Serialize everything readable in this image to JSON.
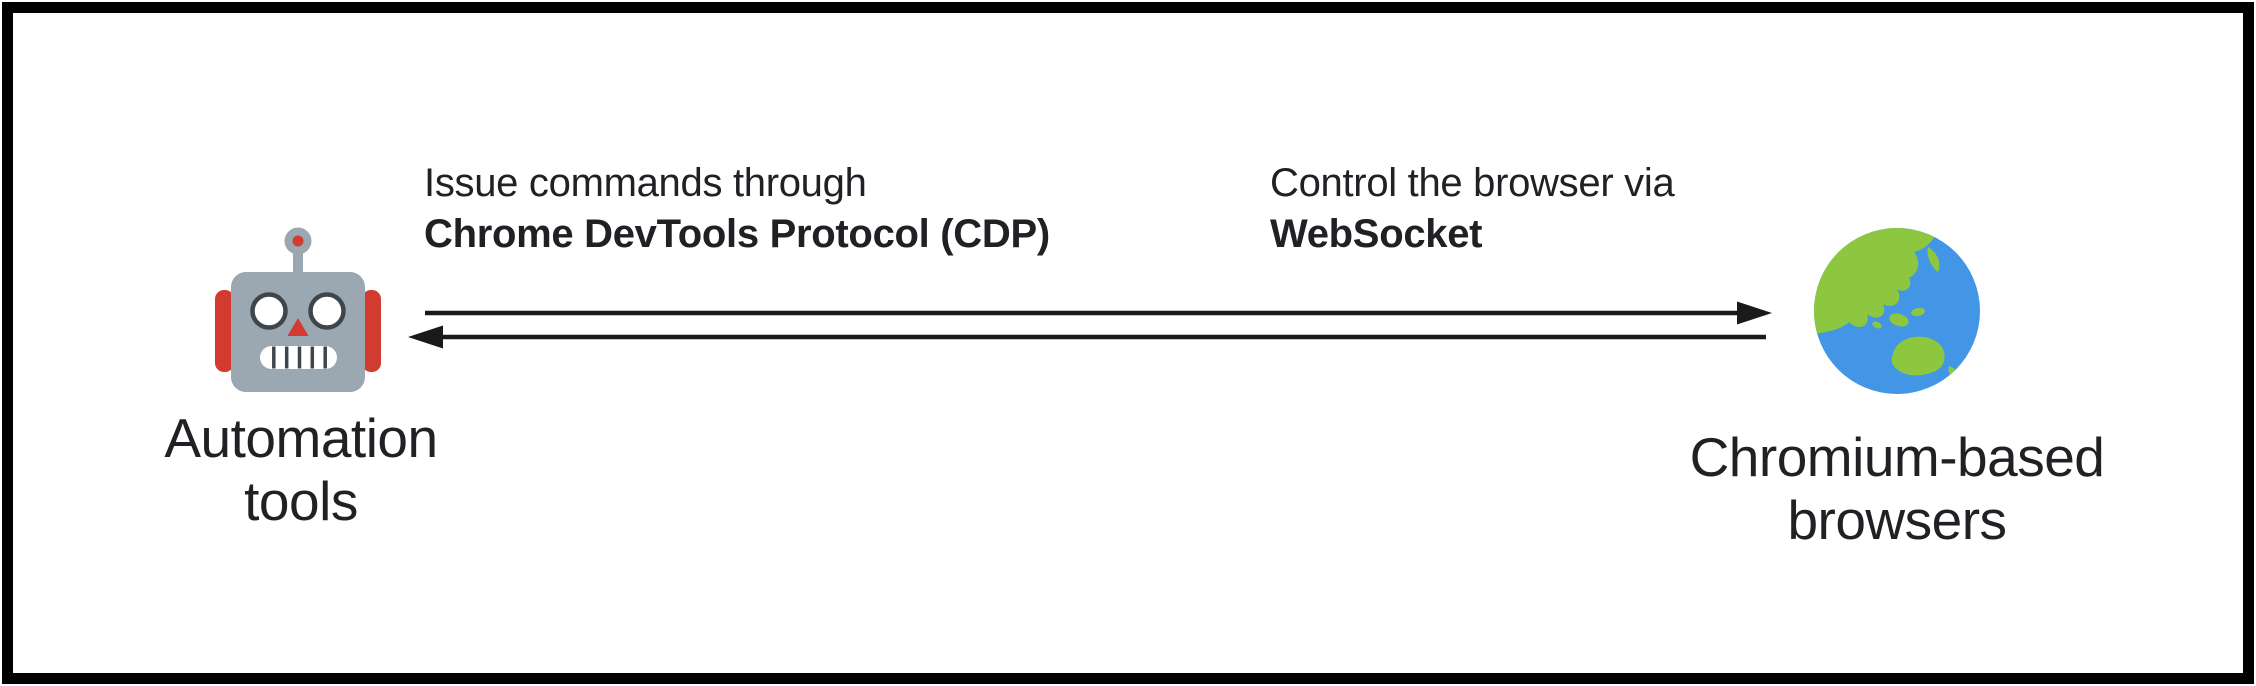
{
  "colors": {
    "border": "#000000",
    "arrow": "#1a1a1a",
    "text": "#202124",
    "robot_head": "#9BA7B1",
    "robot_red": "#D23B30",
    "robot_outline": "#3E464C",
    "eye_white": "#ffffff",
    "globe_ocean": "#4296E5",
    "globe_land": "#8DC63F"
  },
  "diagram": {
    "left_node": {
      "icon": "robot",
      "label_line1": "Automation",
      "label_line2": "tools"
    },
    "right_node": {
      "icon": "globe-asia-australia",
      "label_line1": "Chromium-based",
      "label_line2": "browsers"
    },
    "top_annotation": {
      "line1": "Issue commands through",
      "line2": "Chrome DevTools Protocol (CDP)"
    },
    "right_annotation": {
      "line1": "Control the browser via",
      "line2": "WebSocket"
    },
    "arrows": {
      "top": "left-to-right",
      "bottom": "right-to-left"
    }
  }
}
